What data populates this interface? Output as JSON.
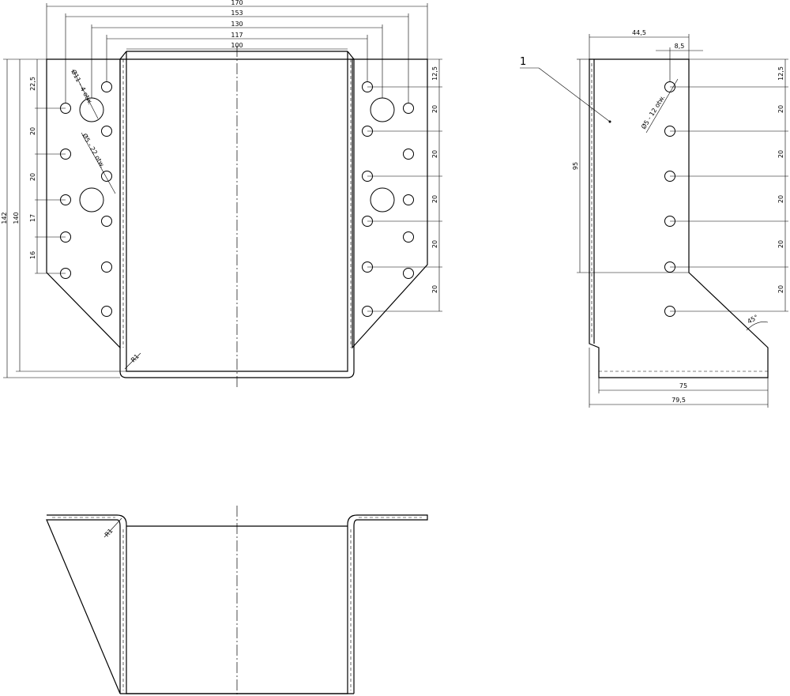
{
  "front_view": {
    "width_dims": [
      "170",
      "153",
      "130",
      "117",
      "100"
    ],
    "height_dims": [
      "142",
      "140"
    ],
    "left_vertical_dims": [
      "22,5",
      "20",
      "20",
      "17",
      "16"
    ],
    "right_vertical_dims": [
      "12,5",
      "20",
      "20",
      "20",
      "20",
      "20"
    ],
    "hole_large_note": "Ø11 - 4 otw.",
    "hole_small_note": "Ø5 - 22 otw.",
    "bend_radius": "R1"
  },
  "side_view": {
    "item_number": "1",
    "top_dims": [
      "44,5",
      "8,5"
    ],
    "right_vertical_dims": [
      "12,5",
      "20",
      "20",
      "20",
      "20",
      "20"
    ],
    "left_height": "95",
    "hole_note": "Ø5 - 12 otw.",
    "angle": "45°",
    "bottom_dims": [
      "75",
      "79,5"
    ]
  },
  "top_view": {
    "bend_radius": "R1"
  }
}
